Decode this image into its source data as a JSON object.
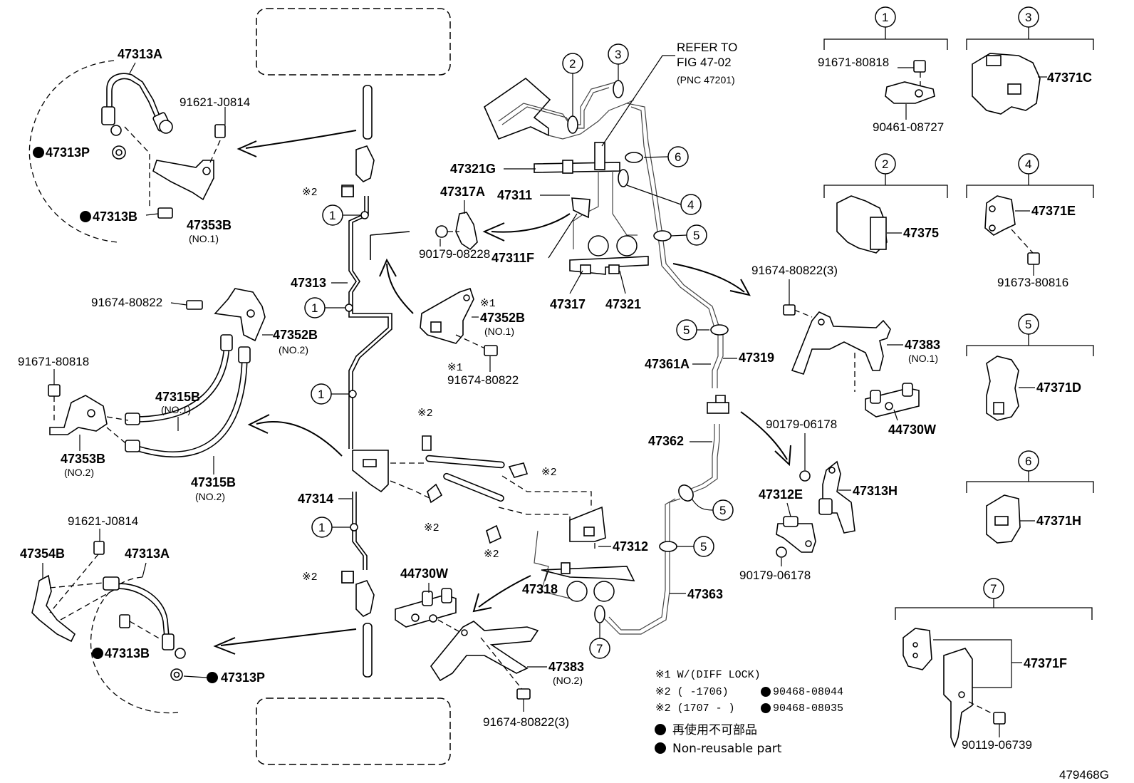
{
  "references": {
    "refer_line1": "REFER TO",
    "refer_line2": "FIG 47-02",
    "refer_line3": "(PNC 47201)"
  },
  "callouts": [
    "1",
    "2",
    "3",
    "4",
    "5",
    "6",
    "7"
  ],
  "labels": {
    "p47313A_top": "47313A",
    "p91621_top": "91621-J0814",
    "p47313P_top": "47313P",
    "p47313B_top": "47313B",
    "p47353B_no1": "47353B",
    "p47353B_no1_sub": "(NO.1)",
    "p47313": "47313",
    "p91674_left": "91674-80822",
    "p47352B_no2": "47352B",
    "p47352B_no2_sub": "(NO.2)",
    "p91671_left": "91671-80818",
    "p47315B_no1": "47315B",
    "p47315B_no1_sub": "(NO.1)",
    "p47353B_no2": "47353B",
    "p47353B_no2_sub": "(NO.2)",
    "p47315B_no2": "47315B",
    "p47315B_no2_sub": "(NO.2)",
    "p47314": "47314",
    "p47354B": "47354B",
    "p91621_bot": "91621-J0814",
    "p47313A_bot": "47313A",
    "p47313B_bot": "47313B",
    "p47313P_bot": "47313P",
    "note2_a": "※2",
    "note2_b": "※2",
    "note2_c": "※2",
    "note2_d": "※2",
    "note2_e": "※2",
    "note2_f": "※2",
    "p47321G": "47321G",
    "p47317A": "47317A",
    "p47311": "47311",
    "p90179_08228": "90179-08228",
    "p47311F": "47311F",
    "p47317": "47317",
    "p47321": "47321",
    "note1_a": "※1",
    "p47352B_no1": "47352B",
    "p47352B_no1_sub": "(NO.1)",
    "note1_b": "※1",
    "p91674_mid": "91674-80822",
    "p47361A": "47361A",
    "p47319": "47319",
    "p47362": "47362",
    "p47312": "47312",
    "p47318": "47318",
    "p44730W_bot": "44730W",
    "p47383_no2": "47383",
    "p47383_no2_sub": "(NO.2)",
    "p91674_bot": "91674-80822(3)",
    "p47363": "47363",
    "p91671_r": "91671-80818",
    "p90461": "90461-08727",
    "p47371C": "47371C",
    "p47375": "47375",
    "p47371E": "47371E",
    "p91673": "91673-80816",
    "p91674_r": "91674-80822(3)",
    "p47383_no1": "47383",
    "p47383_no1_sub": "(NO.1)",
    "p44730W_r": "44730W",
    "p47371D": "47371D",
    "p90179_06178_top": "90179-06178",
    "p47312E": "47312E",
    "p47313H": "47313H",
    "p90179_06178_bot": "90179-06178",
    "p47371H": "47371H",
    "p47371F": "47371F",
    "p90119": "90119-06739"
  },
  "notes": {
    "n1": "※1  W/(DIFF LOCK)",
    "n2a_prefix": "※2 (      -1706)",
    "n2a_part": "90468-08044",
    "n2b_prefix": "※2 (1707 -     )",
    "n2b_part": "90468-08035",
    "legend_jp": "再使用不可部品",
    "legend_en": "Non-reusable part"
  },
  "figure_id": "479468G"
}
